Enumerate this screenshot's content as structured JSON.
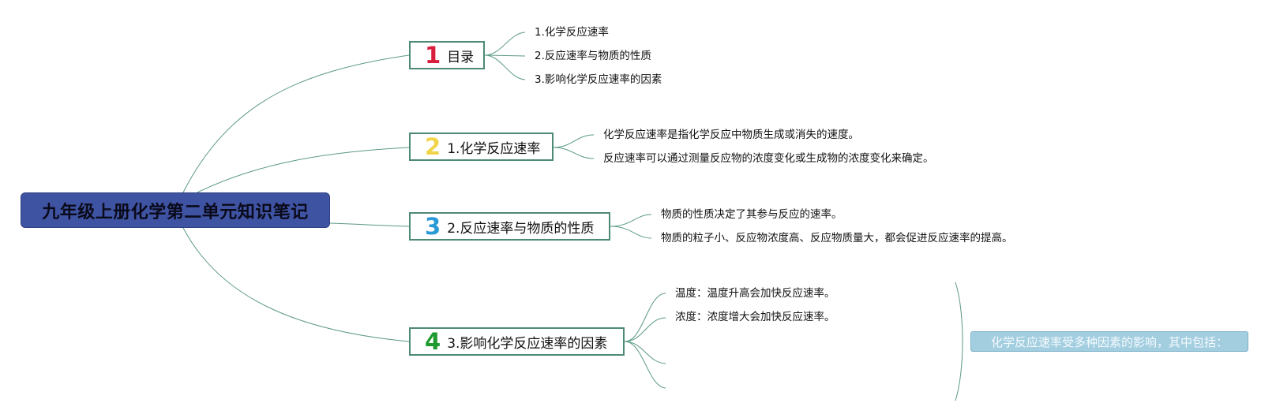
{
  "colors": {
    "root_bg": "#3f53a3",
    "line": "#5b9a82",
    "num1": "#d81f3c",
    "num2": "#f0d54a",
    "num3": "#2a9ad6",
    "num4": "#1f9a2f",
    "note_bg": "#a3cee0"
  },
  "root": {
    "title": "九年级上册化学第二单元知识笔记"
  },
  "topics": [
    {
      "num": "1",
      "label": "目录",
      "leaves": [
        "1.化学反应速率",
        "2.反应速率与物质的性质",
        "3.影响化学反应速率的因素"
      ]
    },
    {
      "num": "2",
      "label": "1.化学反应速率",
      "leaves": [
        "化学反应速率是指化学反应中物质生成或消失的速度。",
        "反应速率可以通过测量反应物的浓度变化或生成物的浓度变化来确定。"
      ]
    },
    {
      "num": "3",
      "label": "2.反应速率与物质的性质",
      "leaves": [
        "物质的性质决定了其参与反应的速率。",
        "物质的粒子小、反应物浓度高、反应物质量大，都会促进反应速率的提高。"
      ]
    },
    {
      "num": "4",
      "label": "3.影响化学反应速率的因素",
      "leaves": [
        "温度：温度升高会加快反应速率。",
        "浓度：浓度增大会加快反应速率。"
      ]
    }
  ],
  "note": {
    "text": "化学反应速率受多种因素的影响，其中包括："
  },
  "icons": {
    "num1": "number-one-icon",
    "num2": "number-two-icon",
    "num3": "number-three-icon",
    "num4": "number-four-icon"
  }
}
